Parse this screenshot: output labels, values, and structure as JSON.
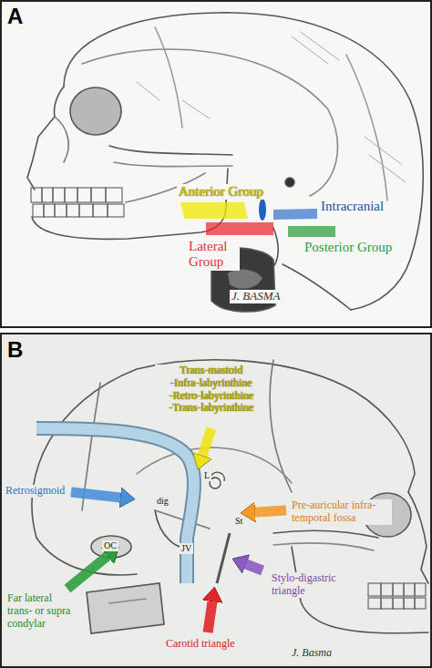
{
  "diagram": {
    "labels": [
      "A",
      "Anterior Group",
      "Intracranial",
      "Lateral Group",
      "Posterior Group",
      "J. BASMA",
      "B",
      "Trans-mastoid -Infra-labyrinthine -Retro-labyrinthine -Trans-labyrinthine",
      "Retrosigmoid",
      "Pre-auricular infra-temporal fossa",
      "Far lateral trans- or supra condylar",
      "Carotid triangle",
      "Stylo-digastric triangle",
      "dig",
      "OC",
      "JV",
      "St",
      "L",
      "J. Basma"
    ]
  }
}
